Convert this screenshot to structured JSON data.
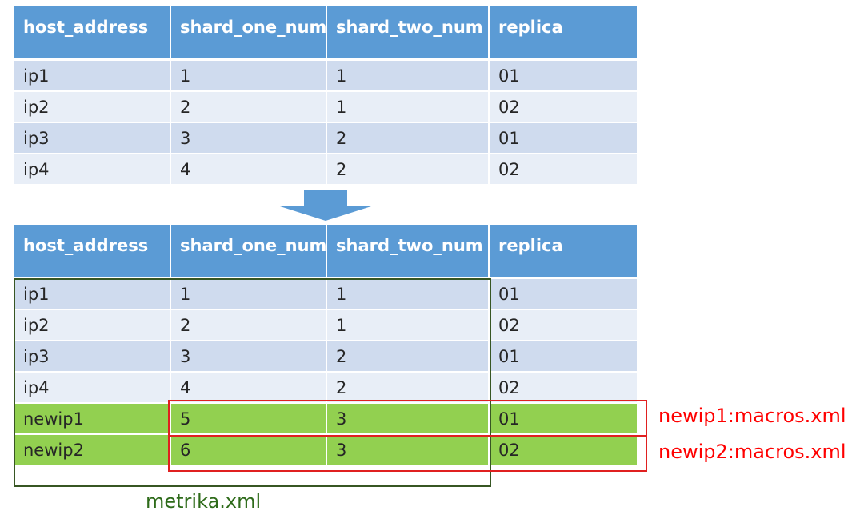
{
  "columns": [
    "host_address",
    "shard_one_num",
    "shard_two_num",
    "replica"
  ],
  "top_table": {
    "rows": [
      [
        "ip1",
        "1",
        "1",
        "01"
      ],
      [
        "ip2",
        "2",
        "1",
        "02"
      ],
      [
        "ip3",
        "3",
        "2",
        "01"
      ],
      [
        "ip4",
        "4",
        "2",
        "02"
      ]
    ]
  },
  "bottom_table": {
    "rows": [
      [
        "ip1",
        "1",
        "1",
        "01"
      ],
      [
        "ip2",
        "2",
        "1",
        "02"
      ],
      [
        "ip3",
        "3",
        "2",
        "01"
      ],
      [
        "ip4",
        "4",
        "2",
        "02"
      ],
      [
        "newip1",
        "5",
        "3",
        "01"
      ],
      [
        "newip2",
        "6",
        "3",
        "02"
      ]
    ]
  },
  "annotations": {
    "newip1_config": "newip1:macros.xml",
    "newip2_config": "newip2:macros.xml",
    "cluster_config": "metrika.xml"
  },
  "colors": {
    "header": "#5b9bd5",
    "row_odd": "#cfdbee",
    "row_even": "#e8eef7",
    "row_new": "#92d050",
    "arrow": "#5b9bd5",
    "highlight_red": "#ff0000",
    "highlight_green": "#375623"
  }
}
